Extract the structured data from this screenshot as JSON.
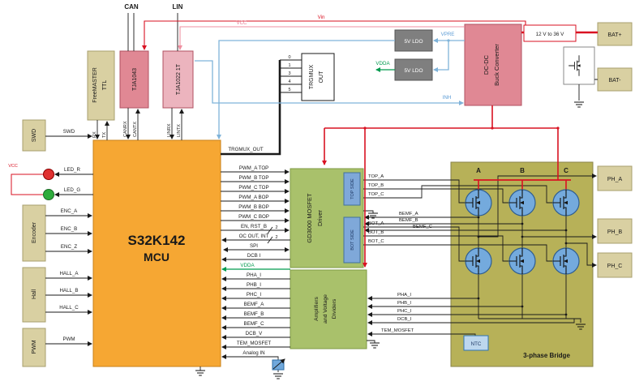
{
  "colors": {
    "mcu_orange": "#f6a733",
    "tan": "#d9d0a2",
    "pink_dark": "#e08894",
    "pink_light": "#ecb4be",
    "green_block": "#a9c16b",
    "bridge_olive": "#b7b158",
    "mosfet_blue": "#74aadd",
    "ldo_gray": "#7f7f7f",
    "wire_red": "#d91222",
    "wire_pink": "#ef8fa0",
    "wire_blue": "#7fb3d9",
    "wire_green": "#009a4e"
  },
  "labels": {
    "can": "CAN",
    "lin": "LIN",
    "vin": "Vin",
    "vcc": "VCC",
    "vcc_led": "VCC",
    "vpre": "VPRE",
    "inh": "INH",
    "vdda_top": "VDDA",
    "vdda_mcu": "VDDA",
    "range": "12 V to 36 V",
    "bat_plus": "BAT+",
    "bat_minus": "BAT-",
    "ph_a": "PH_A",
    "ph_b": "PH_B",
    "ph_c": "PH_C",
    "col_a": "A",
    "col_b": "B",
    "col_c": "C",
    "bridge": "3-phase Bridge",
    "ntc": "NTC"
  },
  "blocks": {
    "freemaster": {
      "l1": "FreeMASTER",
      "l2": "TTL"
    },
    "tja1043": "TJA1043",
    "tja1022": "TJA1022 1T",
    "trgmux": {
      "l1": "TRGMUX",
      "l2": "OUT"
    },
    "mcu": {
      "l1": "S32K142",
      "l2": "MCU"
    },
    "gd3000": {
      "l1": "GD3000 MOSFET",
      "l2": "Driver"
    },
    "topside": "TOP SIDE",
    "botside": "BOT SIDE",
    "amp": {
      "l1": "Amplifiers",
      "l2": "and Voltage",
      "l3": "Dividers"
    },
    "dcdc": {
      "l1": "DC-DC",
      "l2": "Buck Converter"
    },
    "ldo1": "5V LDO",
    "ldo2": "5V LDO",
    "swd": "SWD",
    "encoder": "Encoder",
    "hall": "Hall",
    "pwm": "PWM"
  },
  "mcu_top": {
    "rx": "RX",
    "tx": "TX",
    "canrx": "CANRX",
    "cantx": "CANTX",
    "linrx": "LINRX",
    "lintx": "LINTX"
  },
  "mcu_left": {
    "swd": "SWD",
    "led_r": "LED_R",
    "led_g": "LED_G",
    "enc_a": "ENC_A",
    "enc_b": "ENC_B",
    "enc_z": "ENC_Z",
    "hall_a": "HALL_A",
    "hall_b": "HALL_B",
    "hall_c": "HALL_C",
    "pwm": "PWM"
  },
  "mcu_right": {
    "trgmux_out": "TRGMUX_OUT",
    "pwm_a_top": "PWM_A TOP",
    "pwm_b_top": "PWM_B TOP",
    "pwm_c_top": "PWM_C TOP",
    "pwm_a_bop": "PWM_A BOP",
    "pwm_b_bop": "PWM_B BOP",
    "pwm_c_bop": "PWM_C BOP",
    "en_rst": "EN, RST_B",
    "oc_int": "OC OUT, INT",
    "spi": "SPI",
    "dcb_i": "DCB I",
    "pha_i": "PHA_I",
    "phb_i": "PHB_I",
    "phc_i": "PHC_I",
    "bemf_a": "BEMF_A",
    "bemf_b": "BEMF_B",
    "bemf_c": "BEMF_C",
    "dcb_v": "DCB_V",
    "tem_mosfet": "TEM_MOSFET",
    "analog_in": "Analog IN",
    "width_en": "2",
    "width_oc": "2"
  },
  "trgmux_inputs": {
    "n0": "0",
    "n1": "1",
    "n2": "3",
    "n3": "4",
    "n4": "5"
  },
  "driver_right": {
    "top_a": "TOP_A",
    "top_b": "TOP_B",
    "top_c": "TOP_C",
    "bot_a": "BOT_A",
    "bot_b": "BOT_B",
    "bot_c": "BOT_C",
    "bemf_a": "BEMF_A",
    "bemf_b": "BEMF_B",
    "bemf_c": "BEMF_C"
  },
  "amp_right": {
    "pha_i": "PHA_I",
    "phb_i": "PHB_I",
    "phc_i": "PHC_I",
    "dcb_i": "DCB_I",
    "tem_mosfet": "TEM_MOSFET"
  }
}
